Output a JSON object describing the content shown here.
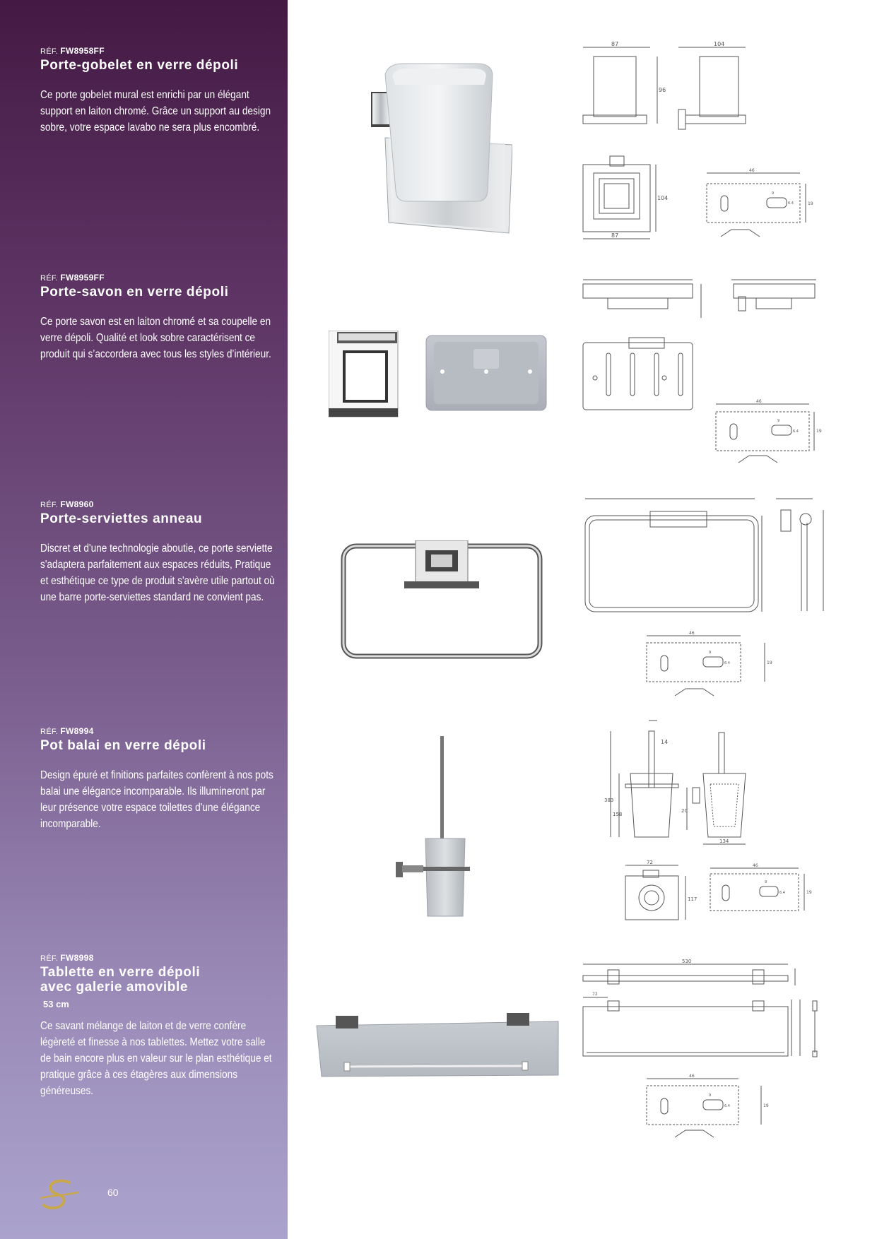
{
  "page": {
    "number": "60"
  },
  "products": [
    {
      "ref_prefix": "RÉF.",
      "ref_code": "FW8958FF",
      "title": "Porte-gobelet en verre dépoli",
      "description": "Ce porte gobelet mural est enrichi par un élégant support en laiton chromé. Grâce un support au design sobre, votre espace lavabo ne sera plus encombré.",
      "dimensions": [
        "87",
        "104",
        "96",
        "104",
        "87",
        "46",
        "19",
        "9",
        "6.4"
      ]
    },
    {
      "ref_prefix": "RÉF.",
      "ref_code": "FW8959FF",
      "title": "Porte-savon en verre dépoli",
      "description": "Ce porte savon est en laiton chromé et sa coupelle en verre dépoli. Qualité et look sobre caractérisent ce produit qui s’accordera avec tous les styles d’intérieur.",
      "dimensions": [
        "46",
        "19",
        "9",
        "6.4"
      ]
    },
    {
      "ref_prefix": "RÉF.",
      "ref_code": "FW8960",
      "title": "Porte-serviettes anneau",
      "description": "Discret et d'une technologie aboutie, ce porte serviette s'adaptera parfaitement aux espaces réduits, Pratique et esthétique ce type de produit s'avère utile partout où une barre  porte-serviettes standard ne convient pas.",
      "dimensions": [
        "46",
        "19",
        "9",
        "6.4"
      ]
    },
    {
      "ref_prefix": "RÉF.",
      "ref_code": "FW8994",
      "title": "Pot balai en verre dépoli",
      "description": "Design épuré et finitions parfaites confèrent à nos pots balai une élégance incomparable. Ils illumineront par leur présence votre espace toilettes d'une élégance incomparable.",
      "dimensions": [
        "14",
        "383",
        "158",
        "20",
        "134",
        "72",
        "117",
        "46",
        "19",
        "9",
        "6.4"
      ]
    },
    {
      "ref_prefix": "RÉF.",
      "ref_code": "FW8998",
      "title": "Tablette en verre dépoli avec galerie amovible",
      "subtitle": "53 cm",
      "description": "Ce savant mélange de laiton et de verre confère légèreté et finesse à nos tablettes. Mettez votre salle de bain encore plus en valeur sur le plan esthétique et pratique grâce à ces étagères aux dimensions généreuses.",
      "dimensions": [
        "530",
        "72",
        "46",
        "19",
        "9",
        "6.4"
      ]
    }
  ],
  "colors": {
    "sidebar_top": "#441a44",
    "sidebar_bottom": "#aaa3cd",
    "logo_gold": "#c9a84c"
  }
}
